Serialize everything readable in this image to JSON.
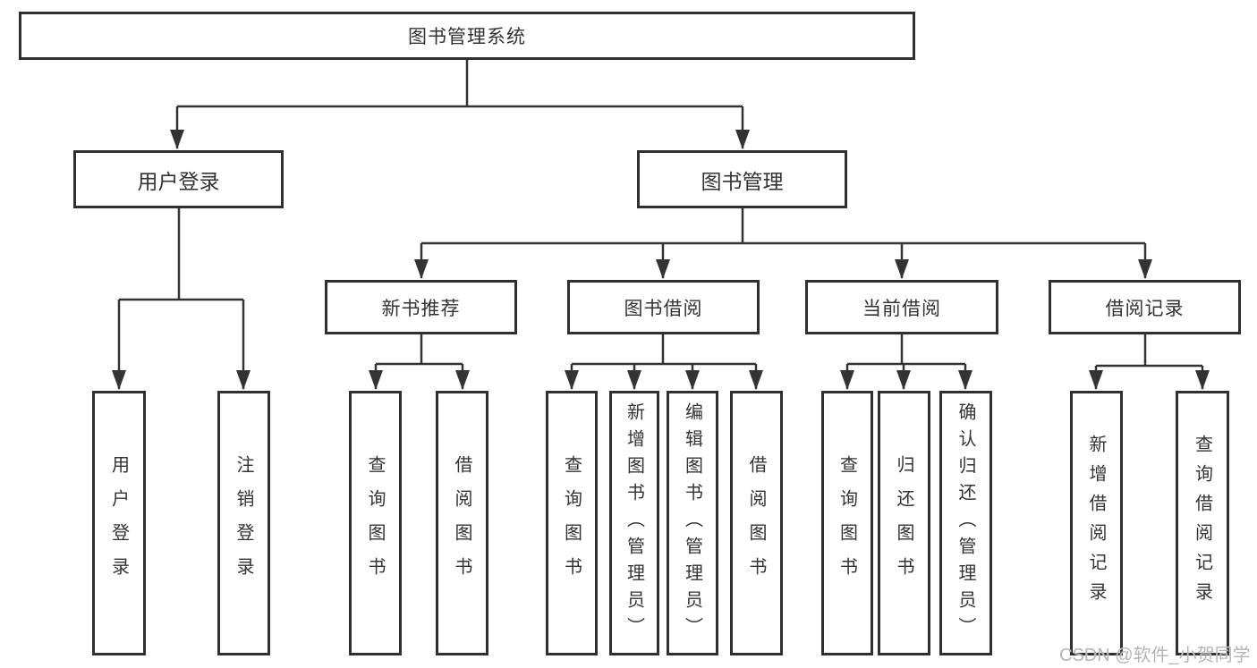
{
  "diagram": {
    "root": {
      "label": "图书管理系统"
    },
    "branches": [
      {
        "label": "用户登录",
        "children": [
          {
            "label": "用户登录"
          },
          {
            "label": "注销登录"
          }
        ]
      },
      {
        "label": "图书管理",
        "children": [
          {
            "label": "新书推荐",
            "children": [
              {
                "label": "查询图书"
              },
              {
                "label": "借阅图书"
              }
            ]
          },
          {
            "label": "图书借阅",
            "children": [
              {
                "label": "查询图书"
              },
              {
                "label": "新增图书（管理员）"
              },
              {
                "label": "编辑图书（管理员）"
              },
              {
                "label": "借阅图书"
              }
            ]
          },
          {
            "label": "当前借阅",
            "children": [
              {
                "label": "查询图书"
              },
              {
                "label": "归还图书"
              },
              {
                "label": "确认归还（管理员）"
              }
            ]
          },
          {
            "label": "借阅记录",
            "children": [
              {
                "label": "新增借阅记录"
              },
              {
                "label": "查询借阅记录"
              }
            ]
          }
        ]
      }
    ]
  },
  "watermark": {
    "text": "CSDN @软件_小贺同学"
  },
  "colors": {
    "line": "#333333",
    "border": "#2f2f2f",
    "text": "#333333",
    "background": "#ffffff",
    "watermark": "#b5b5b5"
  }
}
